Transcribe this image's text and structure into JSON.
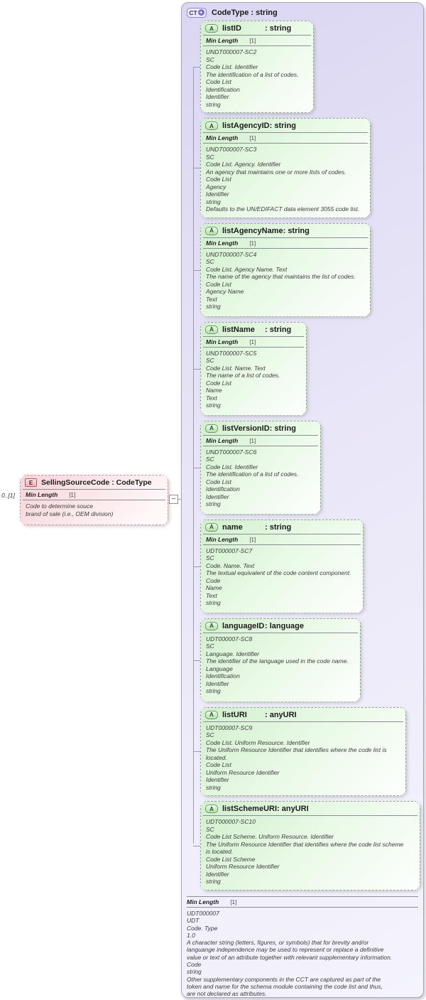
{
  "diagram": {
    "element": {
      "icon_label": "E",
      "cardinality": "0..[1]",
      "name": "SellingSourceCode",
      "type_suffix": " : CodeType",
      "facet_name": "Min Length",
      "facet_card": "[1]",
      "annotation": "Code to determine souce\nbrand of sale (i.e., OEM division)"
    },
    "collapse_glyph": "−",
    "complex_type": {
      "icon_label": "CT",
      "icon_plus": "+",
      "name": "CodeType",
      "type_suffix": " : string",
      "attributes": [
        {
          "icon_label": "A",
          "name": "listID",
          "type_suffix": ": string",
          "facet_name": "Min Length",
          "facet_card": "[1]",
          "annotation": "UNDT000007-SC2\nSC\nCode List. Identifier\nThe identification of a list of codes.\nCode List\nIdentification\nIdentifier\nstring"
        },
        {
          "icon_label": "A",
          "name": "listAgencyID",
          "type_suffix": ": string",
          "facet_name": "Min Length",
          "facet_card": "[1]",
          "annotation": "UNDT000007-SC3\nSC\nCode List. Agency. Identifier\nAn agency that maintains one or more lists of codes.\nCode List\nAgency\nIdentifier\nstring\nDefaults to the UN/EDIFACT data element 3055 code list."
        },
        {
          "icon_label": "A",
          "name": "listAgencyName",
          "type_suffix": ": string",
          "facet_name": "Min Length",
          "facet_card": "[1]",
          "annotation": "UNDT000007-SC4\nSC\nCode List. Agency Name. Text\nThe name of the agency that maintains the list of codes.\nCode List\nAgency Name\nText\nstring"
        },
        {
          "icon_label": "A",
          "name": "listName",
          "type_suffix": ": string",
          "facet_name": "Min Length",
          "facet_card": "[1]",
          "annotation": "UNDT000007-SC5\nSC\nCode List. Name. Text\nThe name of a list of codes.\nCode List\nName\nText\nstring"
        },
        {
          "icon_label": "A",
          "name": "listVersionID",
          "type_suffix": ": string",
          "facet_name": "Min Length",
          "facet_card": "[1]",
          "annotation": "UNDT000007-SC6\nSC\nCode List. Identifier\nThe identification of a list of codes.\nCode List\nIdentification\nIdentifier\nstring"
        },
        {
          "icon_label": "A",
          "name": "name",
          "type_suffix": ": string",
          "facet_name": "Min Length",
          "facet_card": "[1]",
          "annotation": "UDT000007-SC7\nSC\nCode. Name. Text\nThe textual equivalent of the code content component.\nCode\nName\nText\nstring"
        },
        {
          "icon_label": "A",
          "name": "languageID",
          "type_suffix": ": language",
          "annotation": "UDT000007-SC8\nSC\nLanguage. Identifier\nThe identifier of the language used in the code name.\nLanguage\nIdentification\nIdentifier\nstring"
        },
        {
          "icon_label": "A",
          "name": "listURI",
          "type_suffix": ": anyURI",
          "annotation": "UDT000007-SC9\nSC\nCode List. Uniform Resource. Identifier\nThe Uniform Resource Identifier that identifies where the code list is\nlocated.\nCode List\nUniform Resource Identifier\nIdentifier\nstring"
        },
        {
          "icon_label": "A",
          "name": "listSchemeURI",
          "type_suffix": ": anyURI",
          "annotation": "UDT000007-SC10\nSC\nCode List Scheme. Uniform Resource. Identifier\nThe Uniform Resource Identifier that identifies where the code list scheme\nis located.\nCode List Scheme\nUniform Resource Identifier\nIdentifier\nstring"
        }
      ],
      "footer_facet_name": "Min Length",
      "footer_facet_card": "[1]",
      "footer_annotation": "UDT000007\nUDT\nCode. Type\n1.0\nA character string (letters, figures, or symbols) that for brevity and/or\nlanguange independence may be used to represent or replace a definitive\nvalue or text of an attribute together with relevant supplementary information.\nCode\nstring\nOther supplementary components in the CCT are captured as part of the\ntoken and name for the schema module containing the code list and thus,\nare not declared as attributes."
    },
    "colors": {
      "container_lavender": "#dbd6f2",
      "attribute_green": "#d1efcd",
      "element_pink": "#f8d3d9",
      "icon_purple": "#7a70c3",
      "connector_gray": "#9a9aa8"
    }
  }
}
